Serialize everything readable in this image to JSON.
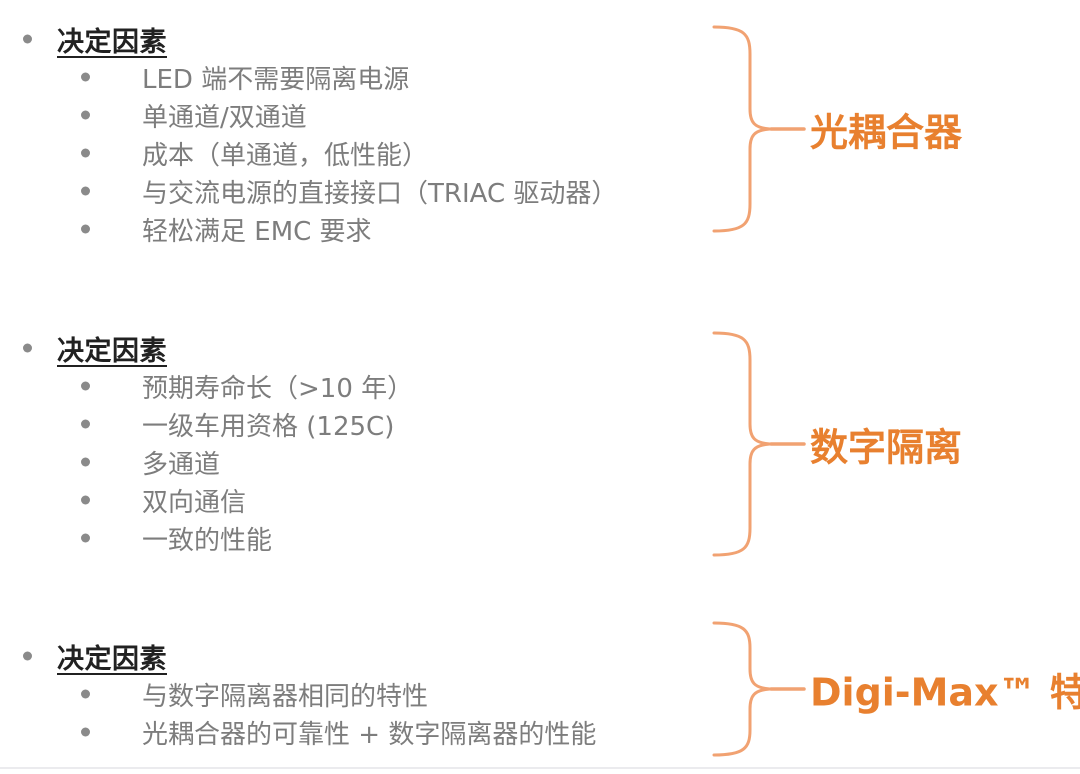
{
  "page": {
    "background": "#ffffff",
    "accent_orange": "#e8802f",
    "brace_orange": "#f1a272",
    "body_text_gray": "#7d7d7d",
    "heading_color": "#212121",
    "bullet_gray": "#8a8a8a",
    "divider_gray": "#ebebee"
  },
  "sections": [
    {
      "heading": "决定因素",
      "items": [
        "LED 端不需要隔离电源",
        "单通道/双通道",
        "成本（单通道，低性能）",
        "与交流电源的直接接口（TRIAC 驱动器）",
        "轻松满足 EMC 要求"
      ],
      "label": "光耦合器"
    },
    {
      "heading": "决定因素",
      "items": [
        "预期寿命长（>10 年）",
        "一级车用资格 (125C)",
        "多通道",
        "双向通信",
        "一致的性能"
      ],
      "label": "数字隔离"
    },
    {
      "heading": "决定因素",
      "items": [
        "与数字隔离器相同的特性",
        "光耦合器的可靠性 + 数字隔离器的性能"
      ],
      "label": "Digi-Max™ 特有"
    }
  ]
}
